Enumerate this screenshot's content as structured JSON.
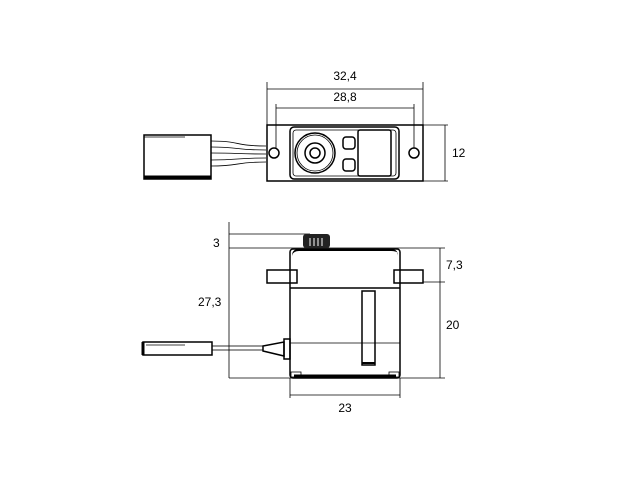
{
  "top_view": {
    "dims": {
      "overall_length": "32,4",
      "hole_spacing": "28,8",
      "width": "12"
    }
  },
  "side_view": {
    "dims": {
      "spline_height": "3",
      "total_height": "27,3",
      "tab_height": "7,3",
      "body_height": "20",
      "body_length": "23"
    }
  }
}
